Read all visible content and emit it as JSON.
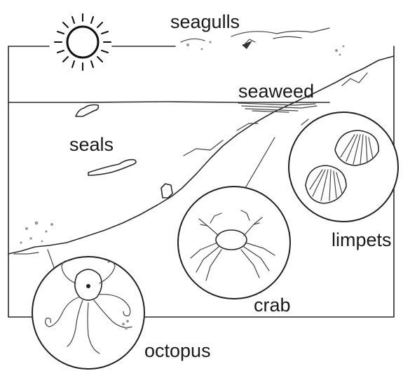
{
  "labels": {
    "seagulls": "seagulls",
    "seaweed": "seaweed",
    "seals": "seals",
    "limpets": "limpets",
    "crab": "crab",
    "octopus": "octopus"
  },
  "colors": {
    "line": "#2a2a2a",
    "background": "#ffffff"
  }
}
